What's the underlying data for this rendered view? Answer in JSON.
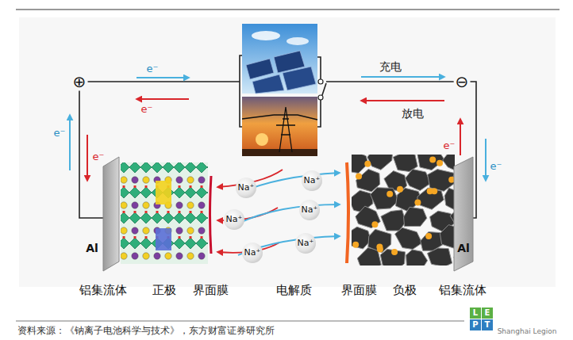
{
  "diagram": {
    "nodes": [
      {
        "text": [
          "Al",
          "铝集流体"
        ]
      },
      {
        "text": [
          "正极"
        ]
      },
      {
        "text": [
          "界面膜"
        ]
      },
      {
        "text": [
          "界面膜"
        ]
      },
      {
        "text": [
          "负极"
        ]
      },
      {
        "text": [
          "Al",
          "铝集流体"
        ]
      }
    ],
    "labels": [
      "⊕",
      "e⁻",
      "e⁻",
      "充电",
      "⊖",
      "放电",
      "e⁻",
      "e⁻",
      "e⁻",
      "e⁻",
      "Na⁺",
      "Na⁺",
      "Na⁺",
      "Na⁺",
      "Na⁺",
      "Na⁺",
      "电解质",
      "资料来源：《钠离子电池科学与技术》，东方财富证券研究所",
      "L",
      "E",
      "P",
      "T",
      "Shanghai Legion"
    ]
  }
}
